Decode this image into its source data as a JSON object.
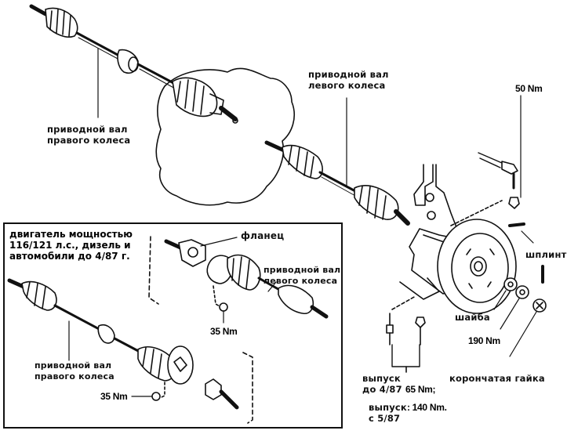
{
  "diagram": {
    "subject": "Drive shafts and front hub assembly",
    "labels": {
      "right_shaft_top": [
        "приводной вал",
        "правого колеса"
      ],
      "left_shaft_top": [
        "приводной вал",
        "левого колеса"
      ],
      "tie_rod_torque": "50 Nm",
      "cotter_pin": "шплинт",
      "washer": "шайба",
      "hub_nut_torque": "190 Nm",
      "castle_nut": "корончатая гайка",
      "release_early": [
        "выпуск",
        "до 4/87"
      ],
      "release_early_torque": "65 Nm;",
      "release_late": [
        "выпуск",
        "с 5/87"
      ],
      "release_late_torque": ": 140 Nm."
    },
    "inset": {
      "title": [
        "двигатель мощностью",
        "116/121 л.с., дизель и",
        "автомобили до 4/87 г."
      ],
      "flange": "фланец",
      "left_shaft": [
        "приводной вал",
        "левого колеса"
      ],
      "left_nut_torque": "35 Nm",
      "right_shaft": [
        "приводной вал",
        "правого колеса"
      ],
      "right_nut_torque": "35 Nm"
    }
  }
}
